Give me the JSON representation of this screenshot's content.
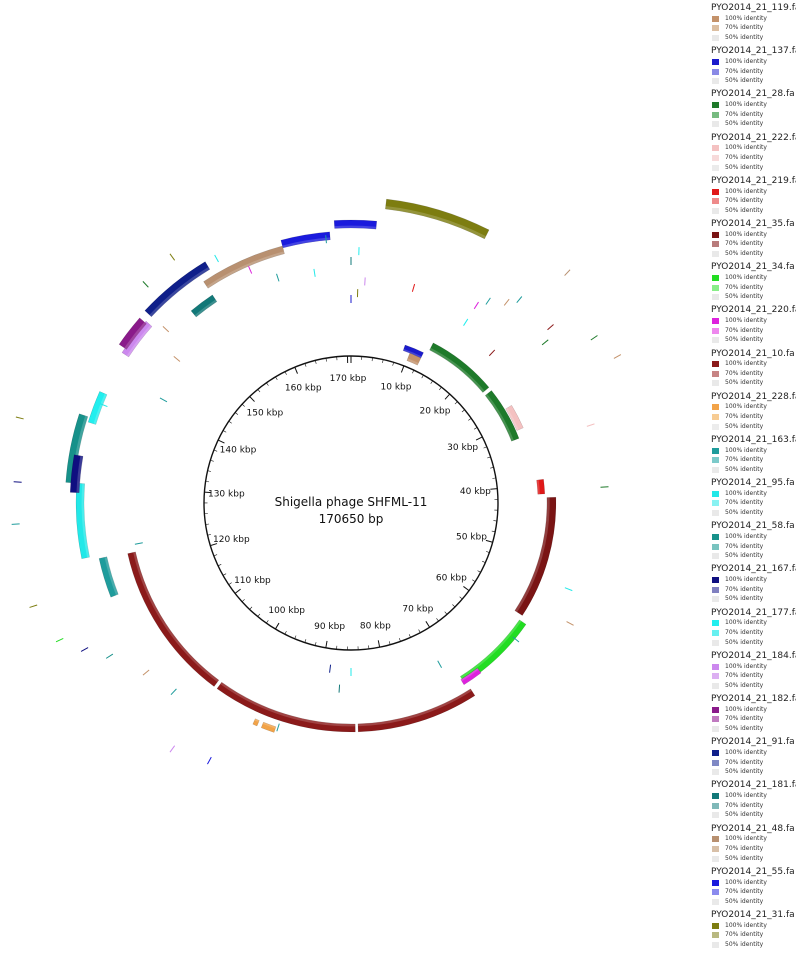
{
  "center": {
    "title": "Shigella phage SHFML-11",
    "subtitle": "170650 bp"
  },
  "genome_length": 170650,
  "scale": {
    "unit": "kbp",
    "labels": [
      "10 kbp",
      "20 kbp",
      "30 kbp",
      "40 kbp",
      "50 kbp",
      "60 kbp",
      "70 kbp",
      "80 kbp",
      "90 kbp",
      "100 kbp",
      "110 kbp",
      "120 kbp",
      "130 kbp",
      "140 kbp",
      "150 kbp",
      "160 kbp",
      "170 kbp"
    ]
  },
  "legend": [
    {
      "name": "PYO2014_21_119.fa",
      "colors": [
        "#c4926a",
        "#dcbfa2",
        "#e9e9e9"
      ]
    },
    {
      "name": "PYO2014_21_137.fa",
      "colors": [
        "#1a1acc",
        "#8a8ae6",
        "#e9e9e9"
      ]
    },
    {
      "name": "PYO2014_21_28.fa",
      "colors": [
        "#1e7a2a",
        "#77bb80",
        "#e9e9e9"
      ]
    },
    {
      "name": "PYO2014_21_222.fa",
      "colors": [
        "#f4c1c1",
        "#f7dada",
        "#ebebeb"
      ]
    },
    {
      "name": "PYO2014_21_219.fa",
      "colors": [
        "#e01818",
        "#ee8a8a",
        "#e9e9e9"
      ]
    },
    {
      "name": "PYO2014_21_35.fa",
      "colors": [
        "#7a1414",
        "#b87b7b",
        "#e9e9e9"
      ]
    },
    {
      "name": "PYO2014_21_34.fa",
      "colors": [
        "#22dd22",
        "#88ee88",
        "#e9e9e9"
      ]
    },
    {
      "name": "PYO2014_21_220.fa",
      "colors": [
        "#dd22dd",
        "#ee88ee",
        "#e9e9e9"
      ]
    },
    {
      "name": "PYO2014_21_10.fa",
      "colors": [
        "#8b1a1a",
        "#c78484",
        "#e9e9e9"
      ]
    },
    {
      "name": "PYO2014_21_228.fa",
      "colors": [
        "#f2a348",
        "#f7cc94",
        "#ececec"
      ]
    },
    {
      "name": "PYO2014_21_163.fa",
      "colors": [
        "#1f9c9c",
        "#7ccaca",
        "#e9e9e9"
      ]
    },
    {
      "name": "PYO2014_21_95.fa",
      "colors": [
        "#22e8e8",
        "#88f2f2",
        "#e9e9e9"
      ]
    },
    {
      "name": "PYO2014_21_58.fa",
      "colors": [
        "#17918a",
        "#79c3bf",
        "#e9e9e9"
      ]
    },
    {
      "name": "PYO2014_21_167.fa",
      "colors": [
        "#0f0f80",
        "#8080c0",
        "#e9e9e9"
      ]
    },
    {
      "name": "PYO2014_21_177.fa",
      "colors": [
        "#22eeee",
        "#66f0f0",
        "#e9e9e9"
      ]
    },
    {
      "name": "PYO2014_21_184.fa",
      "colors": [
        "#cc88ee",
        "#dcb0f2",
        "#e9e9e9"
      ]
    },
    {
      "name": "PYO2014_21_182.fa",
      "colors": [
        "#8a1a8a",
        "#c07ac0",
        "#e9e9e9"
      ]
    },
    {
      "name": "PYO2014_21_91.fa",
      "colors": [
        "#0f1f8a",
        "#7f88c4",
        "#e9e9e9"
      ]
    },
    {
      "name": "PYO2014_21_181.fa",
      "colors": [
        "#127878",
        "#7fb8b8",
        "#e9e9e9"
      ]
    },
    {
      "name": "PYO2014_21_48.fa",
      "colors": [
        "#b89070",
        "#d8c0a8",
        "#e9e9e9"
      ]
    },
    {
      "name": "PYO2014_21_55.fa",
      "colors": [
        "#1a1add",
        "#8a8aee",
        "#e9e9e9"
      ]
    },
    {
      "name": "PYO2014_21_31.fa",
      "colors": [
        "#7d7d10",
        "#b8b880",
        "#e9e9e9"
      ]
    }
  ],
  "legend_levels": [
    "100% identity",
    "70% identity",
    "50% identity"
  ],
  "rings": [
    {
      "file": "PYO2014_21_119.fa",
      "color": "#c4926a",
      "arcs": [
        {
          "start": 0.0595,
          "end": 0.0715
        }
      ]
    },
    {
      "file": "PYO2014_21_137.fa",
      "color": "#1a1acc",
      "arcs": [
        {
          "start": 0.0525,
          "end": 0.0715
        }
      ]
    },
    {
      "file": "PYO2014_21_28.fa",
      "color": "#1e7a2a",
      "arcs": [
        {
          "start": 0.0755,
          "end": 0.139
        }
      ]
    },
    {
      "file": "PYO2014_21_28.fa",
      "color": "#1e7a2a",
      "arcs": [
        {
          "start": 0.1425,
          "end": 0.1915
        }
      ]
    },
    {
      "file": "PYO2014_21_222.fa",
      "color": "#f4c1c1",
      "arcs": [
        {
          "start": 0.163,
          "end": 0.1845
        }
      ]
    },
    {
      "file": "PYO2014_21_219.fa",
      "color": "#e01818",
      "arcs": [
        {
          "start": 0.2305,
          "end": 0.2425
        }
      ]
    },
    {
      "file": "PYO2014_21_35.fa",
      "color": "#7a1414",
      "arcs": [
        {
          "start": 0.2455,
          "end": 0.3425
        }
      ]
    },
    {
      "file": "PYO2014_21_34.fa",
      "color": "#22dd22",
      "arcs": [
        {
          "start": 0.3465,
          "end": 0.4105
        }
      ]
    },
    {
      "file": "PYO2014_21_220.fa",
      "color": "#dd22dd",
      "arcs": [
        {
          "start": 0.396,
          "end": 0.4115
        }
      ]
    },
    {
      "file": "PYO2014_21_10.fa",
      "color": "#8b1a1a",
      "arcs": [
        {
          "start": 0.409,
          "end": 0.495
        },
        {
          "start": 0.497,
          "end": 0.5995
        },
        {
          "start": 0.602,
          "end": 0.7145
        }
      ]
    },
    {
      "file": "PYO2014_21_228.fa",
      "color": "#f2a348",
      "arcs": [
        {
          "start": 0.5515,
          "end": 0.5605
        },
        {
          "start": 0.5635,
          "end": 0.5665
        }
      ]
    },
    {
      "file": "PYO2014_21_163.fa",
      "color": "#1f9c9c",
      "arcs": [
        {
          "start": 0.6905,
          "end": 0.7155
        }
      ]
    },
    {
      "file": "PYO2014_21_95.fa",
      "color": "#22e8e8",
      "arcs": [
        {
          "start": 0.7175,
          "end": 0.7615
        }
      ]
    },
    {
      "file": "PYO2014_21_58.fa",
      "color": "#17918a",
      "arcs": [
        {
          "start": 0.7615,
          "end": 0.8005
        }
      ]
    },
    {
      "file": "PYO2014_21_167.fa",
      "color": "#0f0f80",
      "arcs": [
        {
          "start": 0.756,
          "end": 0.7775
        }
      ]
    },
    {
      "file": "PYO2014_21_177.fa",
      "color": "#22eeee",
      "arcs": [
        {
          "start": 0.7975,
          "end": 0.8165
        }
      ]
    },
    {
      "file": "PYO2014_21_184.fa",
      "color": "#cc88ee",
      "arcs": [
        {
          "start": 0.8425,
          "end": 0.8655
        }
      ]
    },
    {
      "file": "PYO2014_21_182.fa",
      "color": "#8a1a8a",
      "arcs": [
        {
          "start": 0.8455,
          "end": 0.8645
        }
      ]
    },
    {
      "file": "PYO2014_21_91.fa",
      "color": "#0f1f8a",
      "arcs": [
        {
          "start": 0.8695,
          "end": 0.9135
        }
      ]
    },
    {
      "file": "PYO2014_21_181.fa",
      "color": "#127878",
      "arcs": [
        {
          "start": 0.8895,
          "end": 0.9065
        }
      ]
    },
    {
      "file": "PYO2014_21_48.fa",
      "color": "#b89070",
      "arcs": [
        {
          "start": 0.9065,
          "end": 0.9585
        }
      ]
    },
    {
      "file": "PYO2014_21_55.fa",
      "color": "#1a1add",
      "arcs": [
        {
          "start": 0.9585,
          "end": 0.9875
        }
      ]
    },
    {
      "file": "PYO2014_21_55.fa",
      "color": "#1a1add",
      "arcs": [
        {
          "start": 0.9905,
          "end": 1.0145
        }
      ]
    },
    {
      "file": "PYO2014_21_31.fa",
      "color": "#7d7d10",
      "arcs": [
        {
          "start": 1.0185,
          "end": 1.0745
        }
      ]
    }
  ]
}
